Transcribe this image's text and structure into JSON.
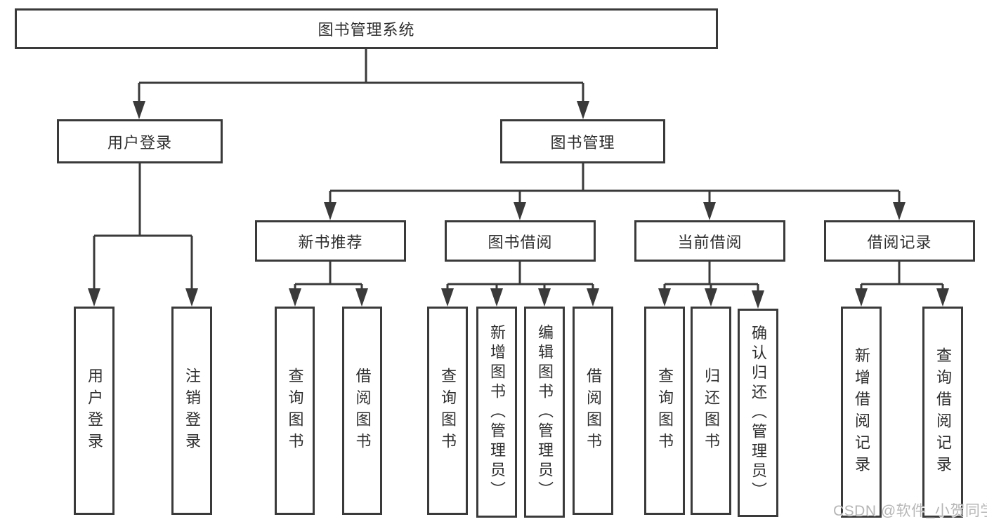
{
  "diagram_type": "hierarchy-tree",
  "watermark": "CSDN @软件_小贺同学",
  "colors": {
    "background": "#ffffff",
    "line": "#3a3a3a",
    "box_border": "#3a3a3a",
    "text": "#2e2e2e",
    "watermark": "#b6b6b6"
  },
  "tree": {
    "root": {
      "label": "图书管理系统",
      "children": [
        {
          "label": "用户登录",
          "children": [
            {
              "label": "用户登录"
            },
            {
              "label": "注销登录"
            }
          ]
        },
        {
          "label": "图书管理",
          "children": [
            {
              "label": "新书推荐",
              "children": [
                {
                  "label": "查询图书"
                },
                {
                  "label": "借阅图书"
                }
              ]
            },
            {
              "label": "图书借阅",
              "children": [
                {
                  "label": "查询图书"
                },
                {
                  "label": "新增图书（管理员）"
                },
                {
                  "label": "编辑图书（管理员）"
                },
                {
                  "label": "借阅图书"
                }
              ]
            },
            {
              "label": "当前借阅",
              "children": [
                {
                  "label": "查询图书"
                },
                {
                  "label": "归还图书"
                },
                {
                  "label": "确认归还（管理员）"
                }
              ]
            },
            {
              "label": "借阅记录",
              "children": [
                {
                  "label": "新增借阅记录"
                },
                {
                  "label": "查询借阅记录"
                }
              ]
            }
          ]
        }
      ]
    }
  }
}
